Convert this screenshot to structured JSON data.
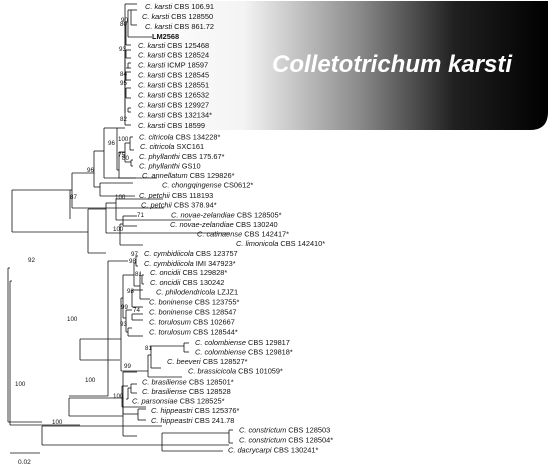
{
  "figure": {
    "clade_label": "Colletotrichum karsti",
    "scale_bar": "0.02",
    "colors": {
      "band_light": "#ffffff",
      "band_dark": "#000000",
      "label": "#ffffff",
      "lines": "#111111"
    }
  },
  "taxa": [
    {
      "prefix": "C. ",
      "epithet": "karsti",
      "strain": "CBS 106.91"
    },
    {
      "prefix": "C. ",
      "epithet": "karsti",
      "strain": "CBS 128550"
    },
    {
      "prefix": "C. ",
      "epithet": "karsti",
      "strain": "CBS 861.72"
    },
    {
      "prefix": "",
      "epithet": "",
      "strain": "LM2568",
      "bold": true
    },
    {
      "prefix": "C. ",
      "epithet": "karsti",
      "strain": "CBS 125468"
    },
    {
      "prefix": "C. ",
      "epithet": "karsti",
      "strain": "CBS 128524"
    },
    {
      "prefix": "C. ",
      "epithet": "karsti",
      "strain": "ICMP 18597"
    },
    {
      "prefix": "C. ",
      "epithet": "karsti",
      "strain": "CBS 128545"
    },
    {
      "prefix": "C. ",
      "epithet": "karsti",
      "strain": "CBS 128551"
    },
    {
      "prefix": "C. ",
      "epithet": "karsti",
      "strain": "CBS 126532"
    },
    {
      "prefix": "C. ",
      "epithet": "karsti",
      "strain": "CBS 129927"
    },
    {
      "prefix": "C. ",
      "epithet": "karsti",
      "strain": "CBS 132134*"
    },
    {
      "prefix": "C. ",
      "epithet": "karsti",
      "strain": "CBS 18599"
    },
    {
      "prefix": "C. ",
      "epithet": "citricola",
      "strain": "CBS 134228*"
    },
    {
      "prefix": "C. ",
      "epithet": "citricola",
      "strain": "SXC161"
    },
    {
      "prefix": "C. ",
      "epithet": "phyllanthi",
      "strain": "CBS 175.67*"
    },
    {
      "prefix": "C. ",
      "epithet": "phyllanthi",
      "strain": "GS10"
    },
    {
      "prefix": "C. ",
      "epithet": "annellatum",
      "strain": "CBS 129826*"
    },
    {
      "prefix": "C. ",
      "epithet": "chongqingense",
      "strain": "CS0612*"
    },
    {
      "prefix": "C. ",
      "epithet": "petchii",
      "strain": "CBS 118193"
    },
    {
      "prefix": "C. ",
      "epithet": "petchii",
      "strain": "CBS 378.94*"
    },
    {
      "prefix": "C. ",
      "epithet": "novae-zelandiae",
      "strain": "CBS 128505*"
    },
    {
      "prefix": "C. ",
      "epithet": "novae-zelandiae",
      "strain": "CBS 130240"
    },
    {
      "prefix": "C. ",
      "epithet": "catinaense",
      "strain": "CBS 142417*"
    },
    {
      "prefix": "C. ",
      "epithet": "limonicola",
      "strain": "CBS 142410*"
    },
    {
      "prefix": "C. ",
      "epithet": "cymbidiicola",
      "strain": "CBS 123757"
    },
    {
      "prefix": "C. ",
      "epithet": "cymbidiicola",
      "strain": "IMI 347923*"
    },
    {
      "prefix": "C. ",
      "epithet": "oncidii",
      "strain": "CBS 129828*"
    },
    {
      "prefix": "C. ",
      "epithet": "oncidii",
      "strain": "CBS 130242"
    },
    {
      "prefix": "C. ",
      "epithet": "philodendricola",
      "strain": "LZJZ1"
    },
    {
      "prefix": "C. ",
      "epithet": "boninense",
      "strain": "CBS 123755*"
    },
    {
      "prefix": "C. ",
      "epithet": "boninense",
      "strain": "CBS 128547"
    },
    {
      "prefix": "C. ",
      "epithet": "torulosum",
      "strain": "CBS 102667"
    },
    {
      "prefix": "C. ",
      "epithet": "torulosum",
      "strain": "CBS 128544*"
    },
    {
      "prefix": "C. ",
      "epithet": "colombiense",
      "strain": "CBS 129817"
    },
    {
      "prefix": "C. ",
      "epithet": "colombiense",
      "strain": "CBS 129818*"
    },
    {
      "prefix": "C. ",
      "epithet": "beeveri",
      "strain": "CBS 128527*"
    },
    {
      "prefix": "C. ",
      "epithet": "brassicicola",
      "strain": "CBS 101059*"
    },
    {
      "prefix": "C. ",
      "epithet": "brasiliense",
      "strain": "CBS 128501*"
    },
    {
      "prefix": "C. ",
      "epithet": "brasiliense",
      "strain": "CBS 128528"
    },
    {
      "prefix": "C. ",
      "epithet": "parsonsiae",
      "strain": "CBS 128525*"
    },
    {
      "prefix": "C. ",
      "epithet": "hippeastri",
      "strain": "CBS 125376*"
    },
    {
      "prefix": "C. ",
      "epithet": "hippeastri",
      "strain": "CBS 241.78"
    },
    {
      "prefix": "C. ",
      "epithet": "constrictum",
      "strain": "CBS 128503"
    },
    {
      "prefix": "C. ",
      "epithet": "constrictum",
      "strain": "CBS 128504*"
    },
    {
      "prefix": "C. ",
      "epithet": "dacrycarpi",
      "strain": "CBS 130241*"
    }
  ],
  "support_values": [
    {
      "id": "s1",
      "text": "90"
    },
    {
      "id": "s2",
      "text": "80"
    },
    {
      "id": "s3",
      "text": "93"
    },
    {
      "id": "s4",
      "text": "84"
    },
    {
      "id": "s5",
      "text": "95"
    },
    {
      "id": "s6",
      "text": "82"
    },
    {
      "id": "s7",
      "text": "100"
    },
    {
      "id": "s8",
      "text": "96"
    },
    {
      "id": "s9",
      "text": "75"
    },
    {
      "id": "s10",
      "text": "80"
    },
    {
      "id": "s11",
      "text": "96"
    },
    {
      "id": "s12",
      "text": "100"
    },
    {
      "id": "s13",
      "text": "87"
    },
    {
      "id": "s14",
      "text": "71"
    },
    {
      "id": "s15",
      "text": "100"
    },
    {
      "id": "s16",
      "text": "97"
    },
    {
      "id": "s17",
      "text": "98"
    },
    {
      "id": "s18",
      "text": "81"
    },
    {
      "id": "s19",
      "text": "92"
    },
    {
      "id": "s20",
      "text": "98"
    },
    {
      "id": "s21",
      "text": "99"
    },
    {
      "id": "s22",
      "text": "74"
    },
    {
      "id": "s23",
      "text": "93"
    },
    {
      "id": "s24",
      "text": "100"
    },
    {
      "id": "s25",
      "text": "81"
    },
    {
      "id": "s26",
      "text": "99"
    },
    {
      "id": "s27",
      "text": "100"
    },
    {
      "id": "s28",
      "text": "100"
    },
    {
      "id": "s29",
      "text": "100"
    },
    {
      "id": "s30",
      "text": "100"
    }
  ]
}
